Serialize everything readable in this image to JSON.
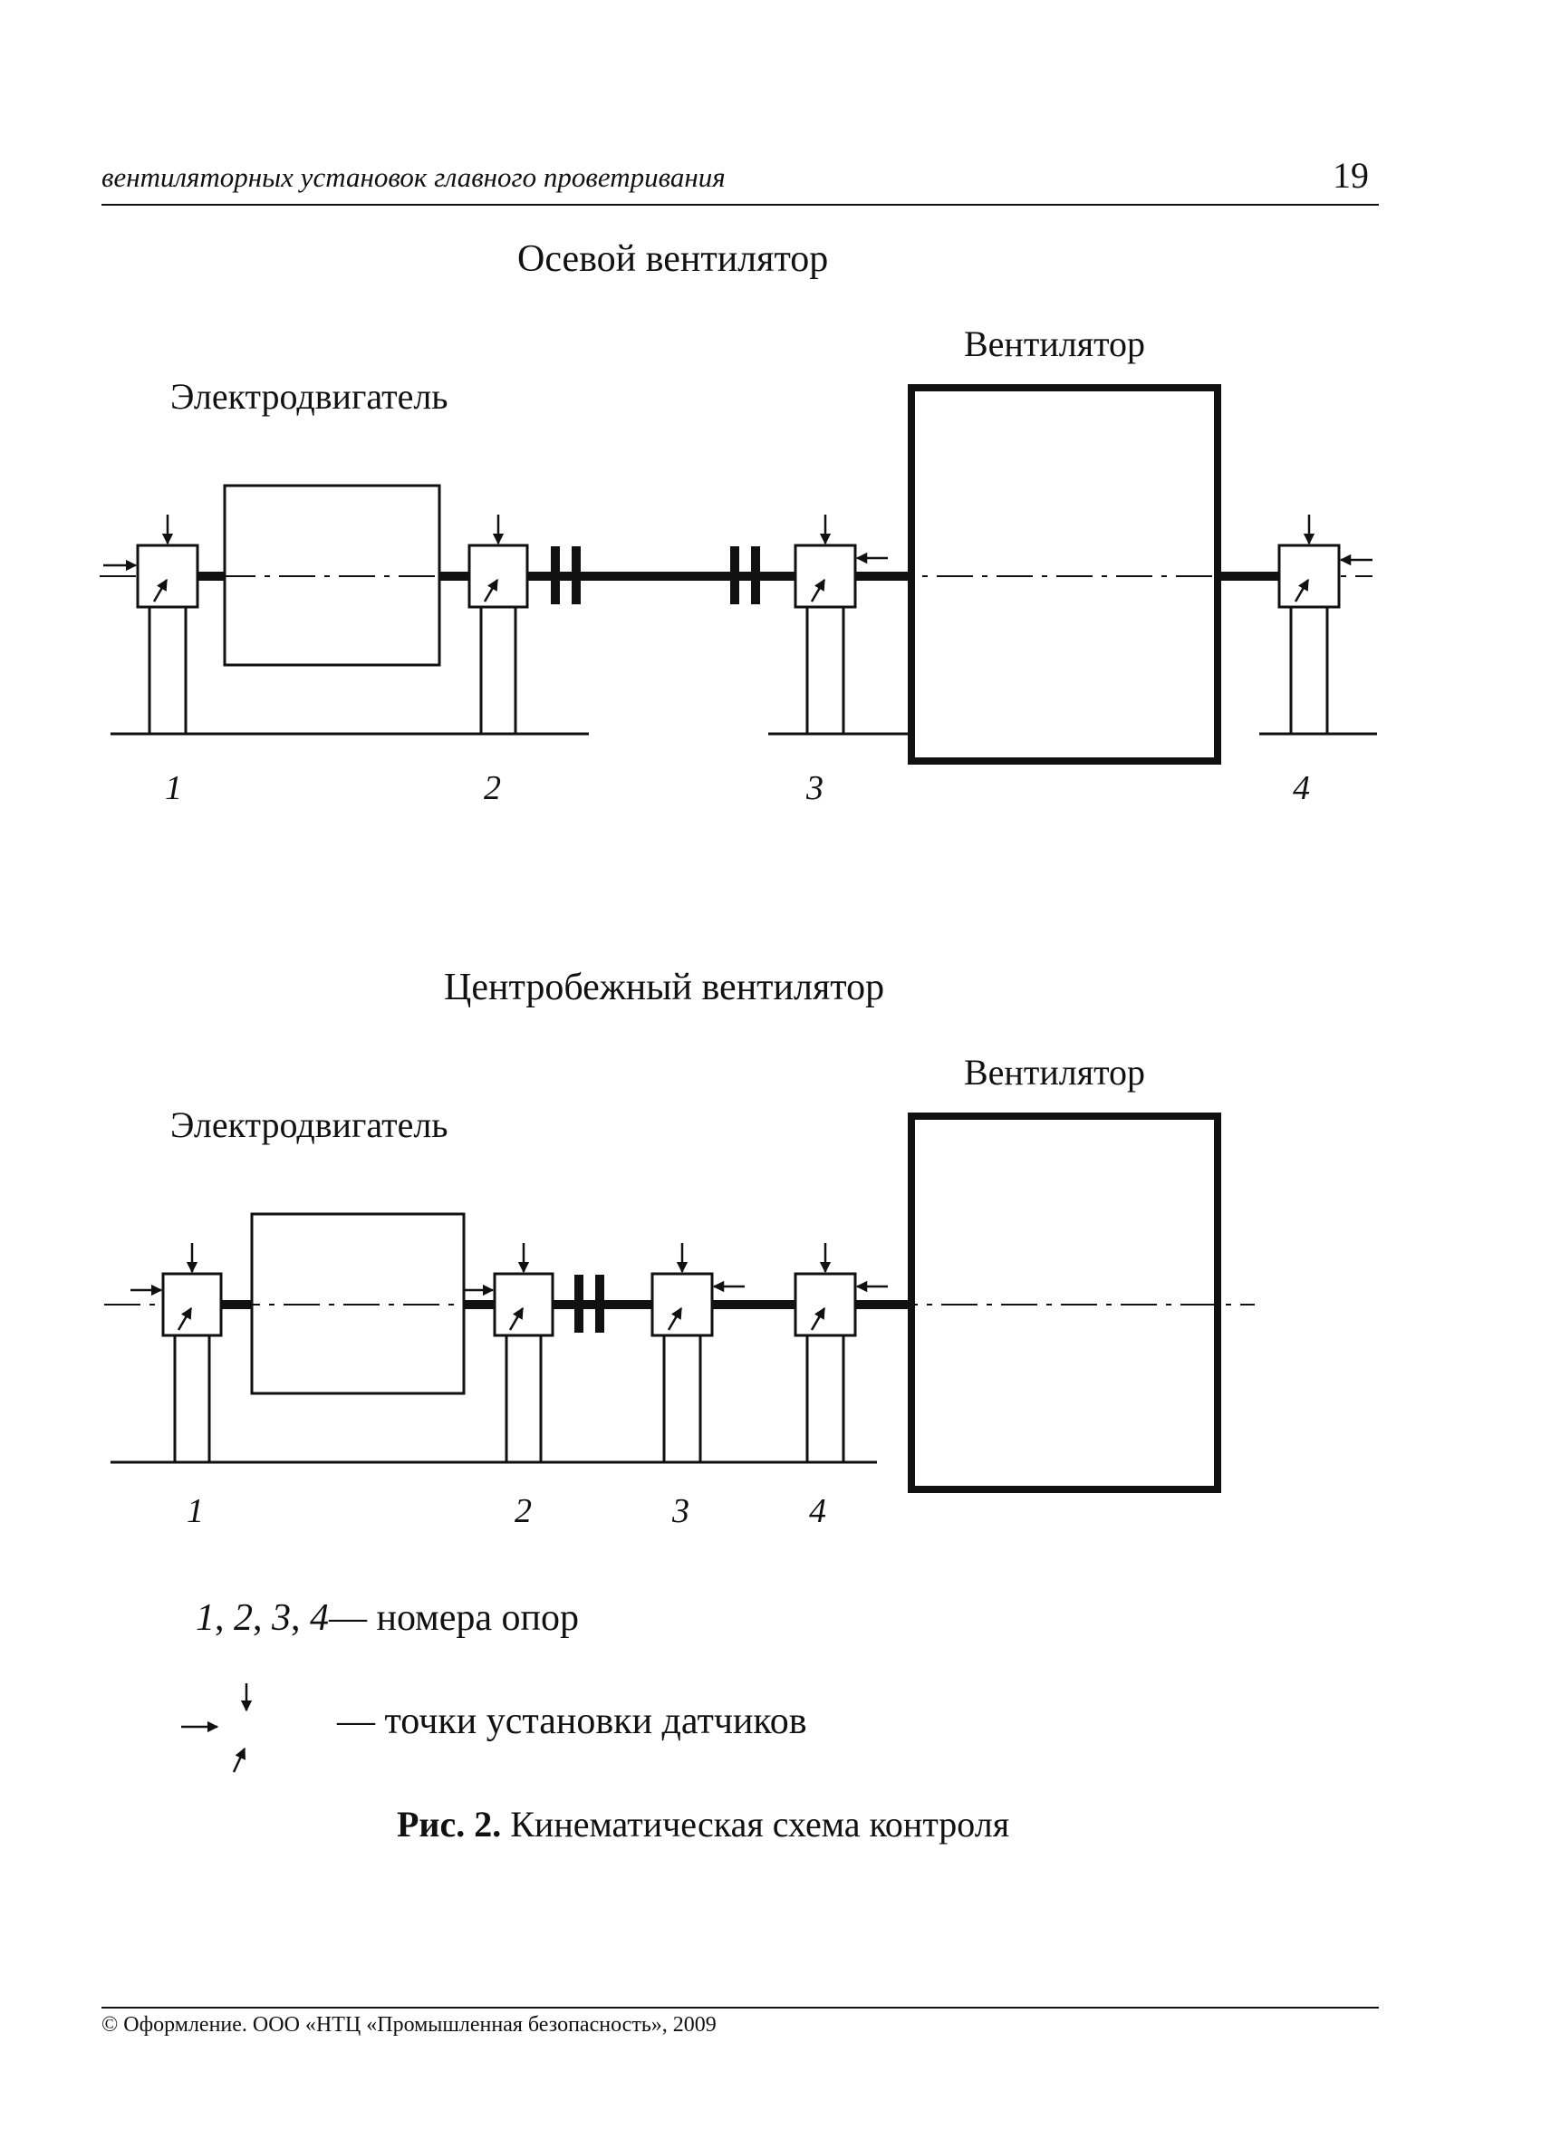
{
  "header": {
    "running_title": "вентиляторных установок главного проветривания",
    "page_number": "19"
  },
  "diagrams": [
    {
      "title": "Осевой вентилятор",
      "motor_label": "Электродвигатель",
      "fan_label": "Вентилятор",
      "support_numbers": [
        "1",
        "2",
        "3",
        "4"
      ]
    },
    {
      "title": "Центробежный вентилятор",
      "motor_label": "Электродвигатель",
      "fan_label": "Вентилятор",
      "support_numbers": [
        "1",
        "2",
        "3",
        "4"
      ]
    }
  ],
  "legend": {
    "nums": [
      "1",
      "2",
      "3",
      "4"
    ],
    "sep": ", ",
    "supports_text": "— номера опор",
    "sensors_text": "— точки установки датчиков"
  },
  "caption": {
    "label": "Рис. 2.",
    "text": " Кинематическая схема контроля"
  },
  "footer": {
    "text": "© Оформление. ООО «НТЦ «Промышленная безопасность», 2009"
  }
}
